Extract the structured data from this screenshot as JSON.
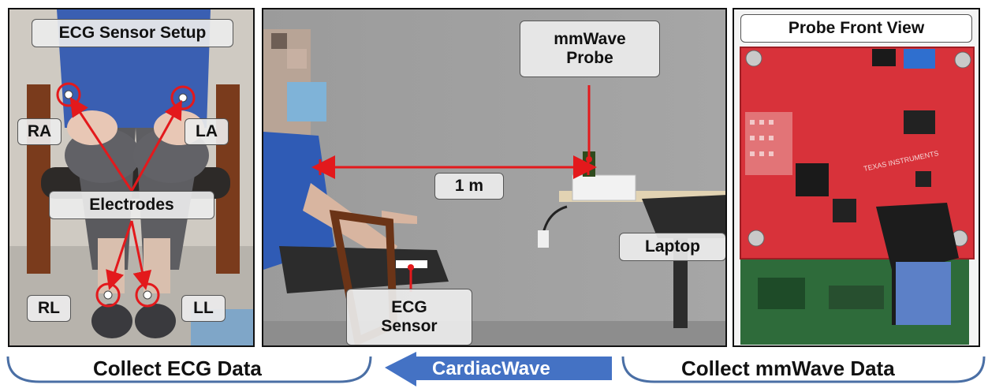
{
  "left_panel": {
    "title": "ECG Sensor Setup",
    "labels": {
      "ra": "RA",
      "la": "LA",
      "rl": "RL",
      "ll": "LL",
      "electrodes": "Electrodes"
    }
  },
  "middle_panel": {
    "probe_label_line1": "mmWave",
    "probe_label_line2": "Probe",
    "distance_label": "1 m",
    "laptop_label": "Laptop",
    "sensor_label_line1": "ECG",
    "sensor_label_line2": "Sensor"
  },
  "right_panel": {
    "title": "Probe Front View",
    "board_text": "TEXAS INSTRUMENTS"
  },
  "bottom": {
    "left_caption": "Collect ECG Data",
    "center_caption": "CardiacWave",
    "right_caption": "Collect mmWave Data"
  },
  "colors": {
    "annotation_red": "#e3191c",
    "arrow_blue": "#4472c4",
    "brace_blue": "#4a6fa5",
    "board_red": "#d8323a"
  }
}
